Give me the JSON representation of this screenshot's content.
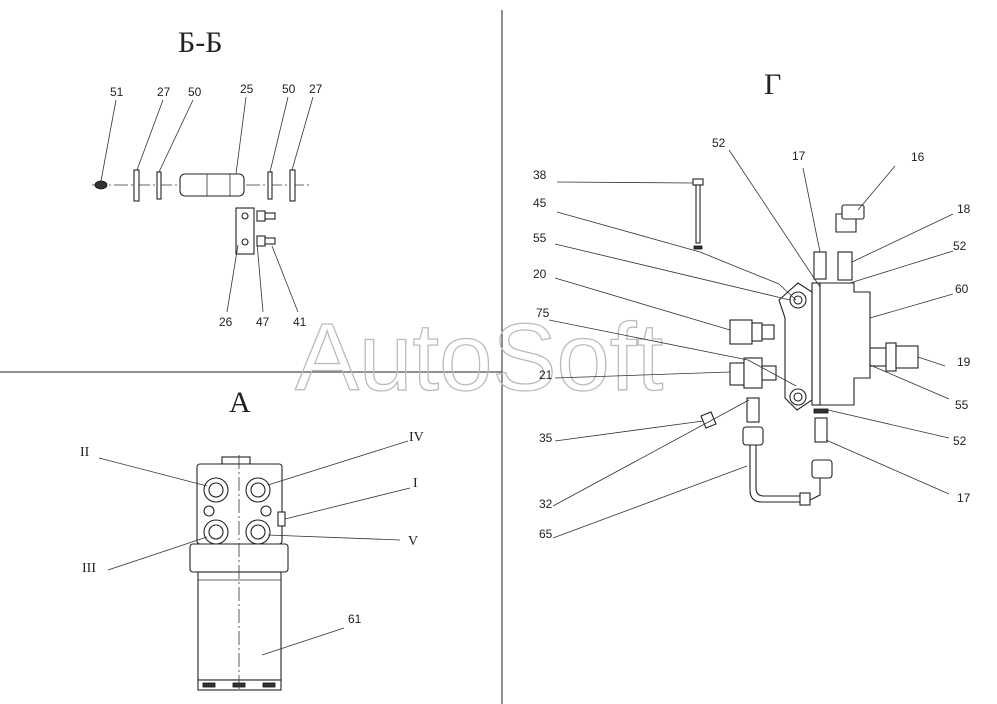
{
  "watermark": "AutoSoft",
  "views": {
    "bb": {
      "title": "Б-Б",
      "labels": [
        "51",
        "27",
        "50",
        "25",
        "50",
        "27",
        "26",
        "47",
        "41"
      ]
    },
    "a": {
      "title": "А",
      "labels": [
        "II",
        "IV",
        "I",
        "III",
        "V",
        "61"
      ]
    },
    "g": {
      "title": "Г",
      "labels": [
        "52",
        "17",
        "16",
        "38",
        "45",
        "18",
        "55",
        "52",
        "20",
        "60",
        "75",
        "19",
        "21",
        "55",
        "35",
        "52",
        "32",
        "17",
        "65"
      ]
    }
  }
}
